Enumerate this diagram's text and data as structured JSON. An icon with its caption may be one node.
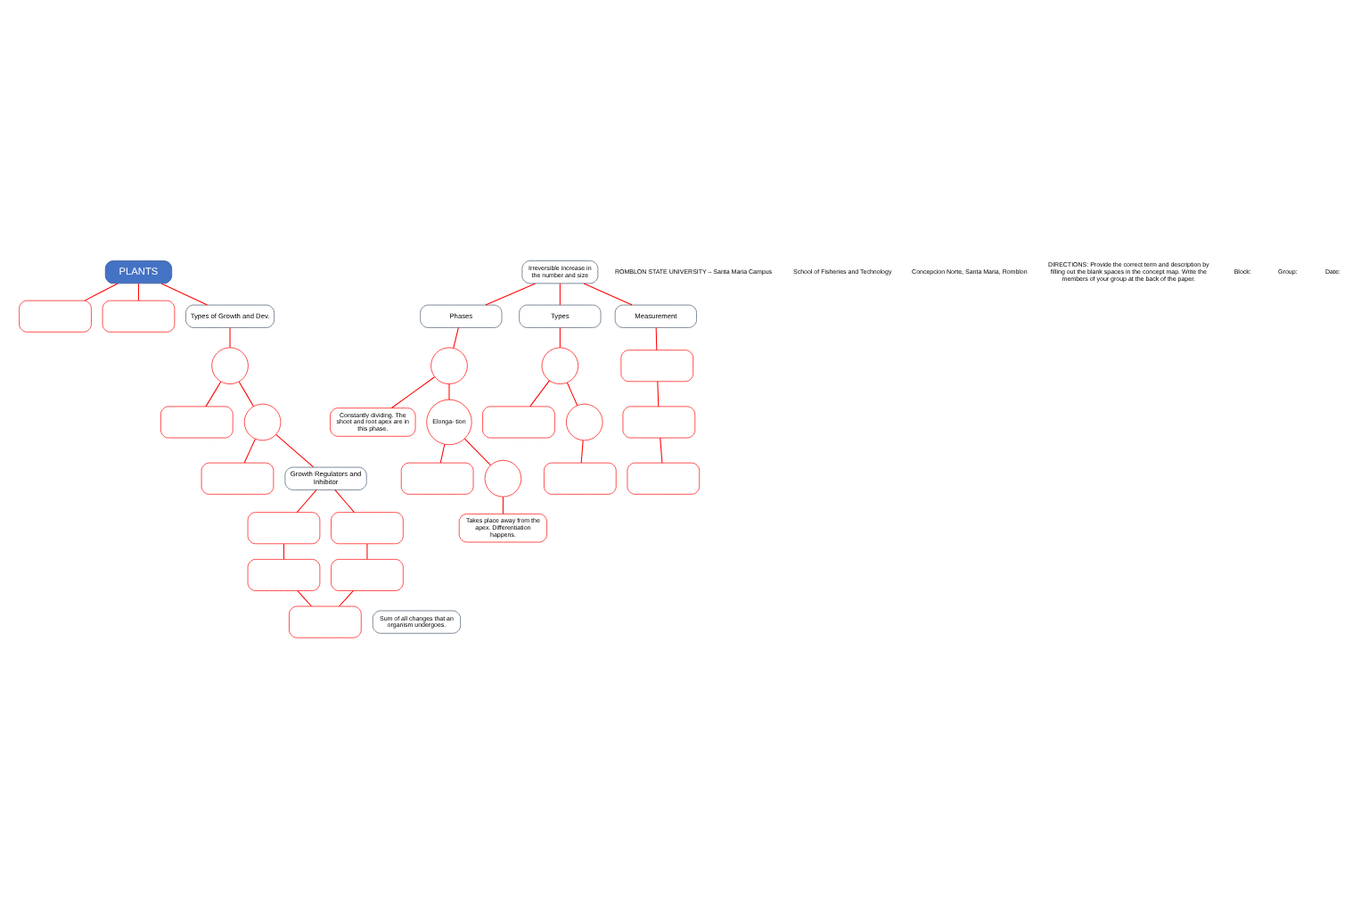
{
  "diagram": {
    "nodes": [
      {
        "text": [
          "PLANTS"
        ]
      },
      {
        "text": [],
        "shape": "box"
      },
      {
        "text": [
          "Irreversible increase in the number and size"
        ]
      },
      {
        "text": [],
        "shape": "box"
      },
      {
        "text": [
          "Sum of all changes that an organism undergoes."
        ]
      },
      {
        "text": [
          "Types of Growth and Dev."
        ]
      },
      {
        "text": [
          "Phases"
        ]
      },
      {
        "text": [
          "Types"
        ]
      },
      {
        "text": [
          "Measurement"
        ]
      },
      {
        "text": [],
        "shape": "circle"
      },
      {
        "text": [
          "Constantly dividing. The shoot and root apex are in this phase."
        ]
      },
      {
        "text": [
          "Elonga- tion"
        ]
      },
      {
        "text": [],
        "shape": "box"
      },
      {
        "text": [],
        "shape": "circle"
      },
      {
        "text": [
          "Takes place away from the apex. Differentiation happens."
        ]
      },
      {
        "text": [],
        "shape": "circle"
      },
      {
        "text": [],
        "shape": "box"
      },
      {
        "text": [],
        "shape": "circle"
      },
      {
        "text": [],
        "shape": "box"
      },
      {
        "text": [],
        "shape": "box"
      },
      {
        "text": [],
        "shape": "box"
      },
      {
        "text": [],
        "shape": "box"
      },
      {
        "text": [],
        "shape": "circle"
      },
      {
        "text": [],
        "shape": "box"
      },
      {
        "text": [],
        "shape": "circle"
      },
      {
        "text": [],
        "shape": "box"
      },
      {
        "text": [
          "Growth Regulators and Inhibitor"
        ]
      },
      {
        "text": [],
        "shape": "box"
      },
      {
        "text": [],
        "shape": "box"
      },
      {
        "text": [],
        "shape": "box"
      },
      {
        "text": [],
        "shape": "box"
      },
      {
        "text": [],
        "shape": "box"
      }
    ],
    "edges": [
      {
        "from": 0,
        "to": 1,
        "arrow": "none"
      },
      {
        "from": 0,
        "to": 3,
        "arrow": "none"
      },
      {
        "from": 0,
        "to": 5,
        "arrow": "none"
      },
      {
        "from": 2,
        "to": 6,
        "arrow": "none"
      },
      {
        "from": 2,
        "to": 7,
        "arrow": "none"
      },
      {
        "from": 2,
        "to": 8,
        "arrow": "none"
      },
      {
        "from": 6,
        "to": 9,
        "arrow": "none"
      },
      {
        "from": 9,
        "to": 10,
        "arrow": "none"
      },
      {
        "from": 9,
        "to": 11,
        "arrow": "none"
      },
      {
        "from": 11,
        "to": 12,
        "arrow": "none"
      },
      {
        "from": 11,
        "to": 13,
        "arrow": "none"
      },
      {
        "from": 13,
        "to": 14,
        "arrow": "none"
      },
      {
        "from": 7,
        "to": 15,
        "arrow": "none"
      },
      {
        "from": 15,
        "to": 16,
        "arrow": "none"
      },
      {
        "from": 15,
        "to": 17,
        "arrow": "none"
      },
      {
        "from": 17,
        "to": 18,
        "arrow": "none"
      },
      {
        "from": 8,
        "to": 19,
        "arrow": "none"
      },
      {
        "from": 19,
        "to": 20,
        "arrow": "none"
      },
      {
        "from": 20,
        "to": 21,
        "arrow": "none"
      },
      {
        "from": 5,
        "to": 22,
        "arrow": "none"
      },
      {
        "from": 22,
        "to": 23,
        "arrow": "none"
      },
      {
        "from": 22,
        "to": 24,
        "arrow": "none"
      },
      {
        "from": 24,
        "to": 25,
        "arrow": "none"
      },
      {
        "from": 24,
        "to": 26,
        "arrow": "none"
      },
      {
        "from": 26,
        "to": 27,
        "arrow": "none"
      },
      {
        "from": 26,
        "to": 28,
        "arrow": "none"
      },
      {
        "from": 27,
        "to": 29,
        "arrow": "none"
      },
      {
        "from": 28,
        "to": 30,
        "arrow": "none"
      },
      {
        "from": 29,
        "to": 31,
        "arrow": "none"
      },
      {
        "from": 30,
        "to": 31,
        "arrow": "none"
      }
    ],
    "labels": [
      "ROMBLON STATE UNIVERSITY – Santa Maria Campus",
      "School of Fisheries and Technology",
      "Concepcion Norte, Santa Maria, Romblon",
      "DIRECTIONS: Provide the correct term and description by filling out the blank spaces in the concept map. Write the members of your group at the back of the paper.",
      "Block:",
      "Group:",
      "Date:"
    ]
  }
}
